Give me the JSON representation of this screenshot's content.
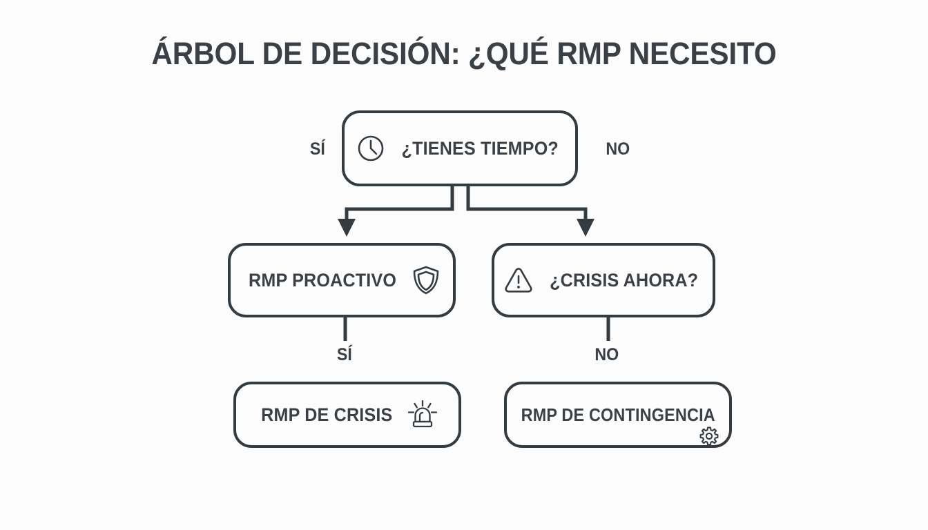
{
  "diagram": {
    "title": "ÁRBOL DE DECISIÓN: ¿QUÉ RMP NECESITO",
    "background_color": "#fcfcfc",
    "stroke_color": "#343b41",
    "text_color": "#3a4045",
    "type": "decision-tree",
    "nodes": [
      {
        "id": "root",
        "label": "¿TIENES TIEMPO?",
        "icon": "clock-icon",
        "icon_position": "left",
        "shape": "rounded-rectangle",
        "level": 0
      },
      {
        "id": "proactivo",
        "label": "RMP PROACTIVO",
        "icon": "shield-icon",
        "icon_position": "right",
        "shape": "rounded-rectangle",
        "level": 1
      },
      {
        "id": "crisis-question",
        "label": "¿CRISIS AHORA?",
        "icon": "warning-triangle-icon",
        "icon_position": "left",
        "shape": "rounded-rectangle",
        "level": 1
      },
      {
        "id": "crisis",
        "label": "RMP DE CRISIS",
        "icon": "siren-icon",
        "icon_position": "right",
        "shape": "rounded-rectangle",
        "level": 2
      },
      {
        "id": "contingencia",
        "label": "RMP DE CONTINGENCIA",
        "icon": "gear-icon",
        "icon_position": "corner-bottom-right",
        "shape": "rounded-rectangle",
        "level": 2
      }
    ],
    "edges": [
      {
        "id": "root-left",
        "from": "root",
        "to": "proactivo",
        "label": "SÍ",
        "label_placement": "beside-source-left",
        "arrow": true
      },
      {
        "id": "root-right",
        "from": "root",
        "to": "crisis-question",
        "label": "NO",
        "label_placement": "beside-source-right",
        "arrow": true
      },
      {
        "id": "left-down",
        "from": "proactivo",
        "to": "crisis",
        "label": "SÍ",
        "label_placement": "midpoint",
        "arrow": false
      },
      {
        "id": "right-down",
        "from": "crisis-question",
        "to": "contingencia",
        "label": "NO",
        "label_placement": "midpoint",
        "arrow": false
      }
    ]
  }
}
